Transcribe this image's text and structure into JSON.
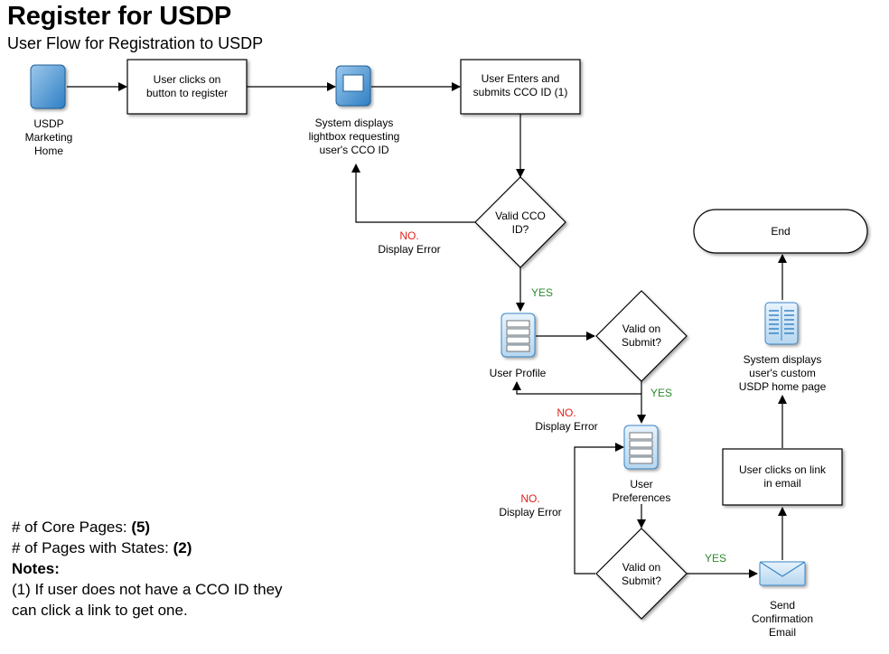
{
  "header": {
    "title": "Register for USDP",
    "subtitle": "User Flow for Registration to USDP"
  },
  "nodes": {
    "usdp_home": "USDP\nMarketing\nHome",
    "user_clicks": "User clicks on\nbutton to register",
    "lightbox": "System displays\nlightbox requesting\nuser's CCO ID",
    "enter_cco": "User Enters and\nsubmits CCO ID (1)",
    "valid_cco": "Valid CCO\nID?",
    "user_profile": "User Profile",
    "valid_submit_1": "Valid on\nSubmit?",
    "user_prefs": "User\nPreferences",
    "valid_submit_2": "Valid on\nSubmit?",
    "send_email": "Send\nConfirmation\nEmail",
    "clicks_link": "User clicks on link\nin email",
    "custom_home": "System displays\nuser's custom\nUSDP home page",
    "end": "End"
  },
  "edges": {
    "no_word": "NO.",
    "display_error": "Display Error",
    "yes": "YES"
  },
  "notes": {
    "core_pages_label": "# of Core Pages: ",
    "core_pages_value": "(5)",
    "states_label": "# of Pages with States: ",
    "states_value": "(2)",
    "notes_heading": "Notes:",
    "note_1_line1": "(1) If user does not have a CCO ID they",
    "note_1_line2": "can click a link to get one."
  }
}
